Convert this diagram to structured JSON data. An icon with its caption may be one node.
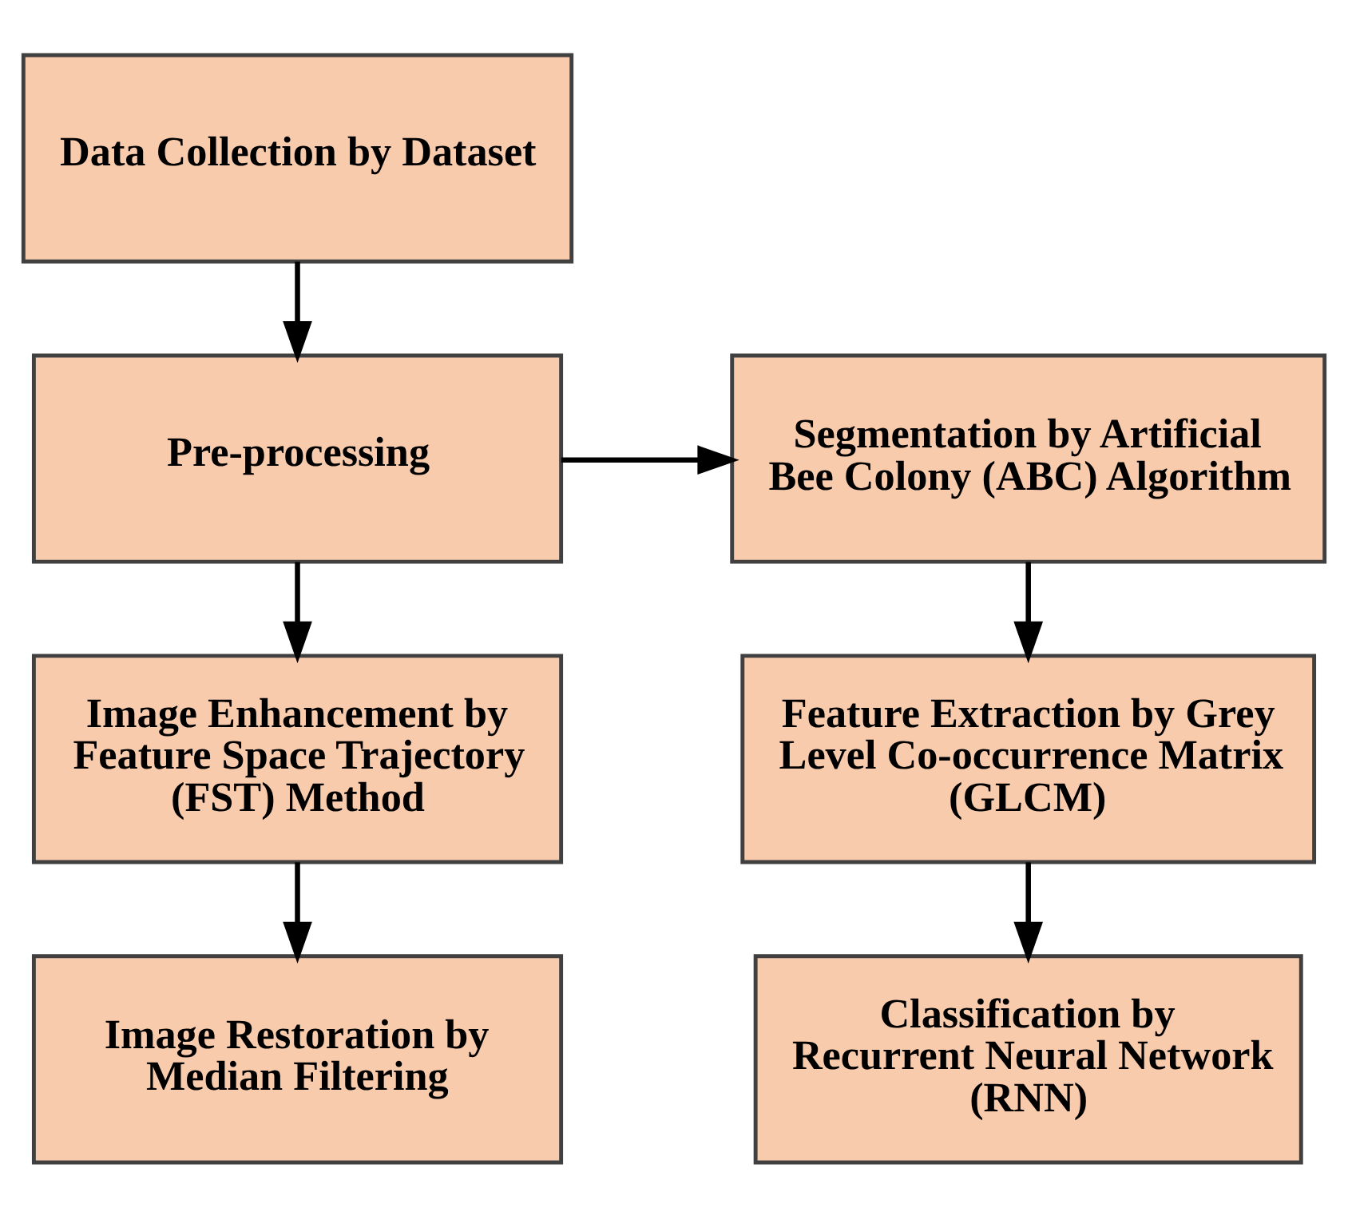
{
  "diagram": {
    "nodes": [
      {
        "text": [
          "Data Collection by Dataset"
        ]
      },
      {
        "text": [
          "Pre-processing"
        ]
      },
      {
        "text": [
          "Segmentation by Artificial Bee Colony (ABC) Algorithm"
        ]
      },
      {
        "text": [
          "Image Enhancement by Feature Space Trajectory (FST) Method"
        ]
      },
      {
        "text": [
          "Feature Extraction by Grey Level Co-occurrence Matrix (GLCM)"
        ]
      },
      {
        "text": [
          "Image Restoration by Median Filtering"
        ]
      },
      {
        "text": [
          "Classification by Recurrent Neural Network (RNN)"
        ]
      }
    ],
    "edges": [
      {
        "from": 0,
        "to": 1,
        "arrow": "to"
      },
      {
        "from": 1,
        "to": 2,
        "arrow": "to"
      },
      {
        "from": 1,
        "to": 3,
        "arrow": "to"
      },
      {
        "from": 3,
        "to": 5,
        "arrow": "to"
      },
      {
        "from": 2,
        "to": 4,
        "arrow": "to"
      },
      {
        "from": 4,
        "to": 6,
        "arrow": "to"
      }
    ]
  }
}
